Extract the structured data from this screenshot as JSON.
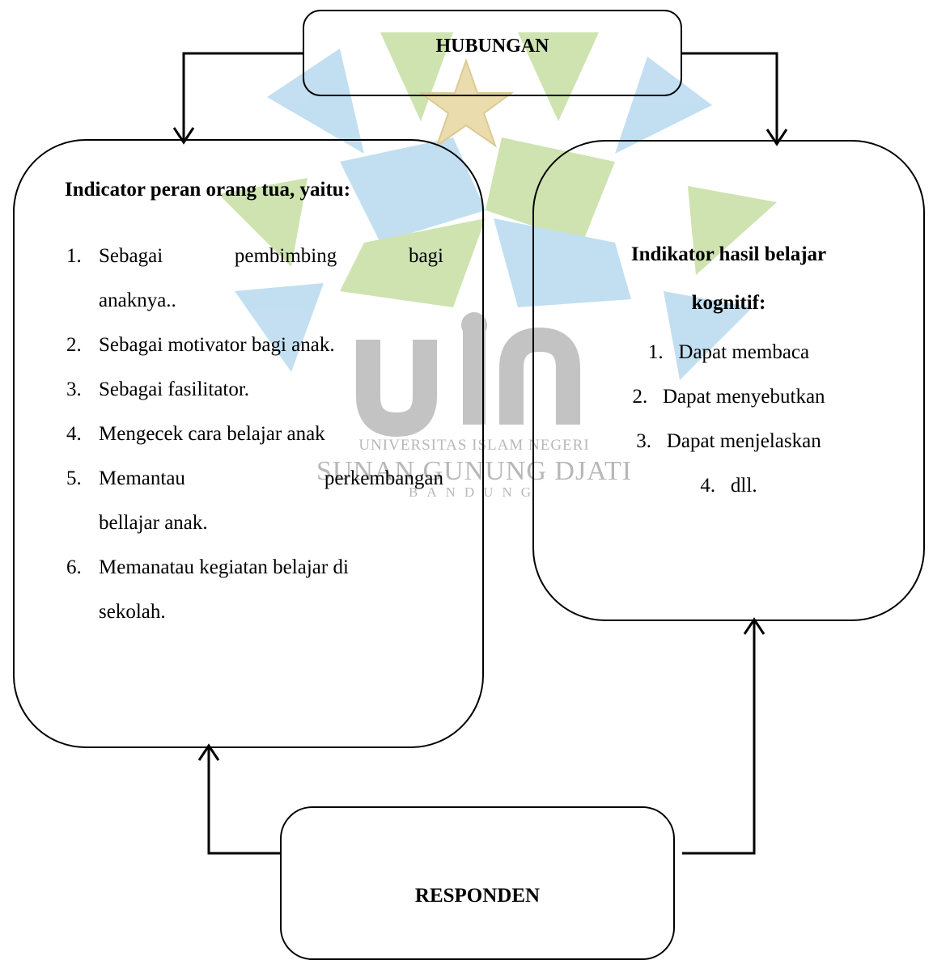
{
  "hubungan": {
    "label": "HUBUNGAN"
  },
  "left_box": {
    "heading": "Indicator peran orang tua, yaitu:",
    "items": [
      {
        "num": "1.",
        "line1": [
          "Sebagai",
          "pembimbing",
          "bagi"
        ],
        "line2": "anaknya.."
      },
      {
        "num": "2.",
        "text": "Sebagai motivator bagi anak."
      },
      {
        "num": "3.",
        "text": "Sebagai fasilitator."
      },
      {
        "num": "4.",
        "text": "Mengecek cara belajar anak"
      },
      {
        "num": "5.",
        "line1": [
          "Memantau",
          "perkembangan"
        ],
        "line2": "bellajar anak."
      },
      {
        "num": "6.",
        "line1_text": "Memanatau kegiatan belajar di",
        "line2": "sekolah."
      }
    ]
  },
  "right_box": {
    "heading_line1": "Indikator hasil belajar",
    "heading_line2": "kognitif:",
    "items": [
      {
        "num": "1.",
        "text": "Dapat membaca"
      },
      {
        "num": "2.",
        "text": "Dapat menyebutkan"
      },
      {
        "num": "3.",
        "text": "Dapat menjelaskan"
      },
      {
        "num": "4.",
        "text": "dll."
      }
    ]
  },
  "responden": {
    "label": "RESPONDEN"
  },
  "watermark": {
    "logo": "uin",
    "line1": "UNIVERSITAS ISLAM NEGERI",
    "line2": "SUNAN GUNUNG DJATI",
    "line3": "BANDUNG",
    "colors": {
      "green": "#c9e0a8",
      "blue": "#bcdcf0",
      "gold": "#e9d9a6",
      "grey": "#bdbdbd"
    }
  }
}
